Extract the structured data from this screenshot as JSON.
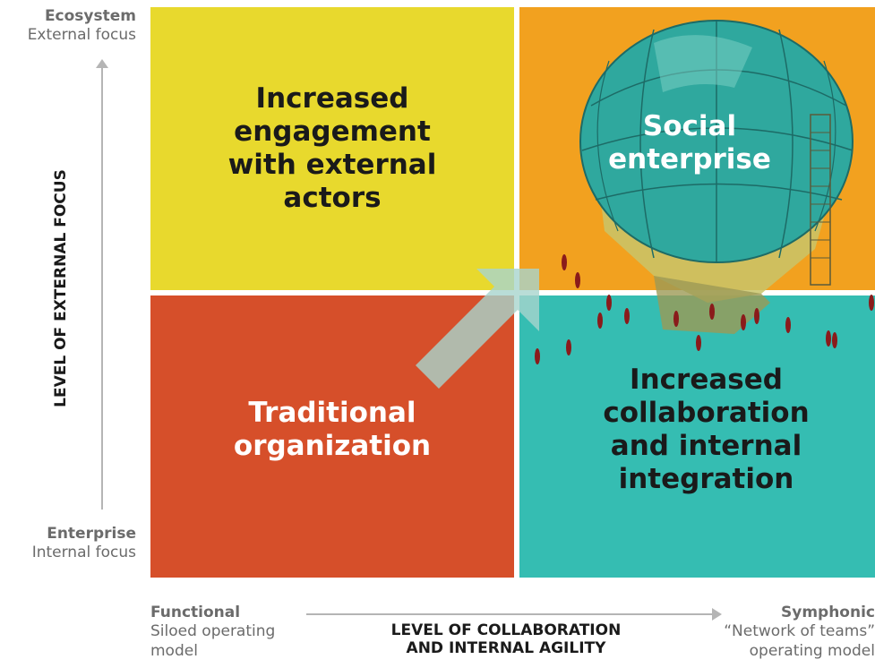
{
  "quadrants": {
    "top_left": {
      "label": "Increased\nengagement\nwith external\nactors",
      "color": "#e8d92d",
      "text_color": "#1a1a1a"
    },
    "top_right": {
      "label": "Social\nenterprise",
      "color": "#f2a11f",
      "text_color": "#ffffff"
    },
    "bottom_left": {
      "label": "Traditional\norganization",
      "color": "#d64f2a",
      "text_color": "#ffffff"
    },
    "bottom_right": {
      "label": "Increased\ncollaboration\nand internal\nintegration",
      "color": "#35bdb2",
      "text_color": "#1a1a1a"
    }
  },
  "y_axis": {
    "title": "LEVEL OF EXTERNAL FOCUS",
    "top": {
      "bold": "Ecosystem",
      "sub": "External focus"
    },
    "bottom": {
      "bold": "Enterprise",
      "sub": "Internal focus"
    }
  },
  "x_axis": {
    "title_line1": "LEVEL OF COLLABORATION",
    "title_line2": "AND INTERNAL AGILITY",
    "left": {
      "bold": "Functional",
      "sub1": "Siloed operating",
      "sub2": "model"
    },
    "right": {
      "bold": "Symphonic",
      "sub1": "“Network of teams”",
      "sub2": "operating model"
    }
  },
  "illustration": {
    "icon": "glass-dome-head-illustration"
  },
  "transition_arrow": {
    "icon": "diagonal-arrow-icon"
  }
}
